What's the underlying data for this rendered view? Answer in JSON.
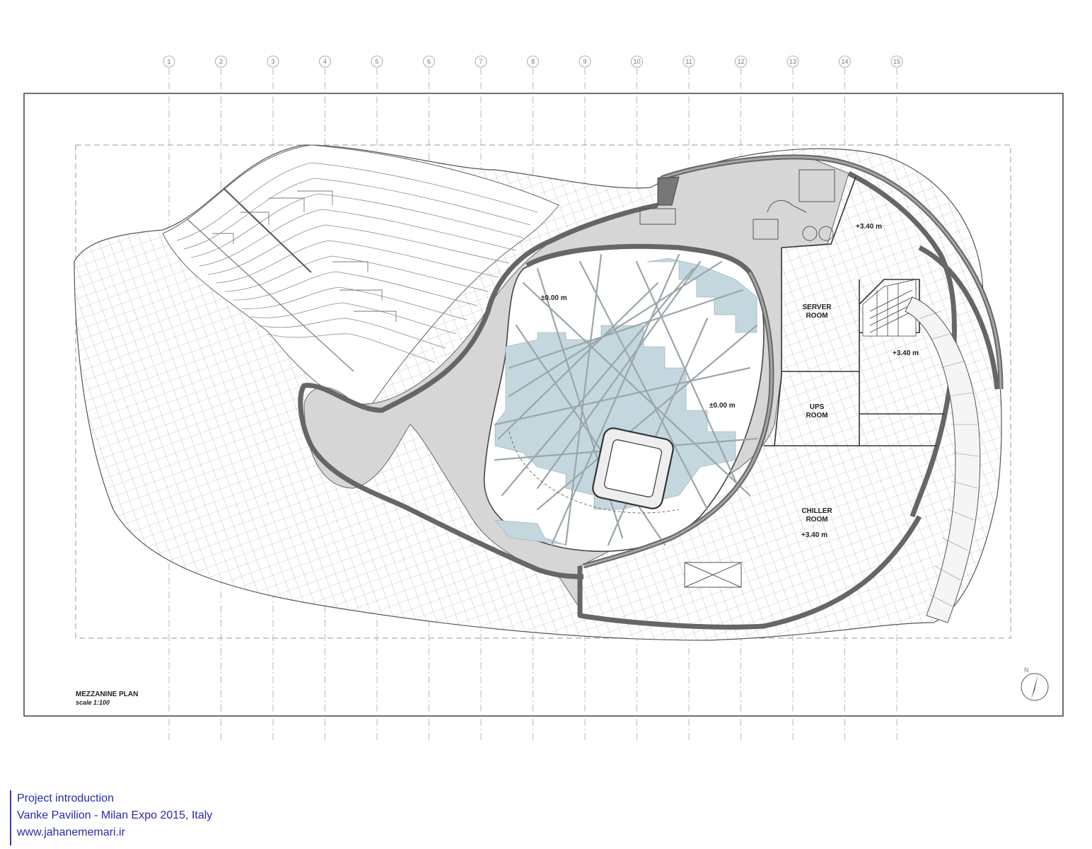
{
  "grid_axes": [
    "1",
    "2",
    "3",
    "4",
    "5",
    "6",
    "7",
    "8",
    "9",
    "10",
    "11",
    "12",
    "13",
    "14",
    "15"
  ],
  "plan": {
    "title": "MEZZANINE PLAN",
    "scale": "scale 1:100",
    "north_label": "N"
  },
  "rooms": {
    "server": "SERVER",
    "server2": "ROOM",
    "ups": "UPS",
    "ups2": "ROOM",
    "chiller": "CHILLER",
    "chiller2": "ROOM"
  },
  "levels": {
    "atrium_top": "±0.00 m",
    "atrium_mid": "±0.00 m",
    "upper_right": "+3.40 m",
    "stair_area": "+3.40 m",
    "chiller_level": "+3.40 m"
  },
  "footer": {
    "line1": "Project introduction",
    "line2": "Vanke Pavilion - Milan Expo 2015, Italy",
    "line3": "www.jahanememari.ir"
  },
  "colors": {
    "wall": "#8a8a8a",
    "slab": "#d6d6d6",
    "water": "#c4d7df",
    "line": "#444444",
    "footer_text": "#2a2aa8"
  }
}
